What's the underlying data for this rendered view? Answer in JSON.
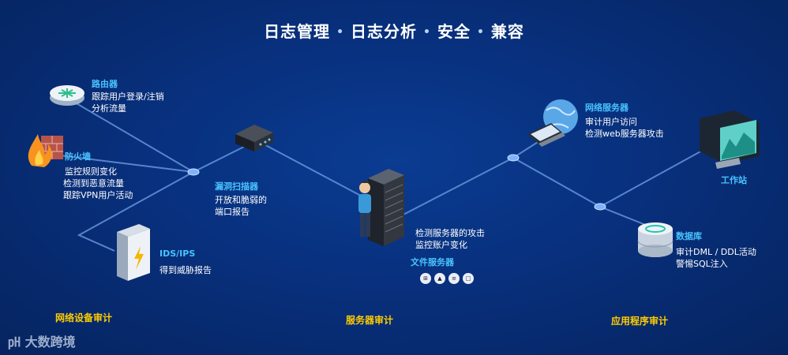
{
  "header": {
    "title_parts": [
      "日志管理",
      "日志分析",
      "安全",
      "兼容"
    ],
    "separator": "•"
  },
  "nodes": {
    "router": {
      "name": "路由器",
      "lines": [
        "跟踪用户登录/注销",
        "分析流量"
      ]
    },
    "firewall": {
      "name": "防火墙",
      "lines": [
        "监控规则变化",
        "检测到恶意流量",
        "跟踪VPN用户活动"
      ]
    },
    "scanner": {
      "name": "漏洞扫描器",
      "lines": [
        "开放和脆弱的",
        "端口报告"
      ]
    },
    "ids": {
      "name": "IDS/IPS",
      "lines": [
        "得到威胁报告"
      ]
    },
    "file_server": {
      "name": "文件服务器",
      "lines": [
        "检测服务器的攻击",
        "监控账户变化"
      ]
    },
    "web_server": {
      "name": "网络服务器",
      "lines": [
        "审计用户访问",
        "检测web服务器攻击"
      ]
    },
    "workstation": {
      "name": "工作站",
      "lines": []
    },
    "database": {
      "name": "数据库",
      "lines": [
        "审计DML / DDL活动",
        "警惕SQL注入"
      ]
    }
  },
  "sections": [
    "网络设备审计",
    "服务器审计",
    "应用程序审计"
  ],
  "watermark": "大数跨境",
  "colors": {
    "background": "#08307d",
    "line": "#5f8fd6",
    "node_title": "#48c3ff",
    "section_title": "#ffcc00"
  },
  "icons": [
    "router-icon",
    "firewall-icon",
    "scanner-icon",
    "ids-icon",
    "server-rack-icon",
    "person-icon",
    "laptop-globe-icon",
    "monitor-icon",
    "database-icon",
    "windows-icon",
    "linux-icon",
    "ibm-icon",
    "mac-icon"
  ]
}
